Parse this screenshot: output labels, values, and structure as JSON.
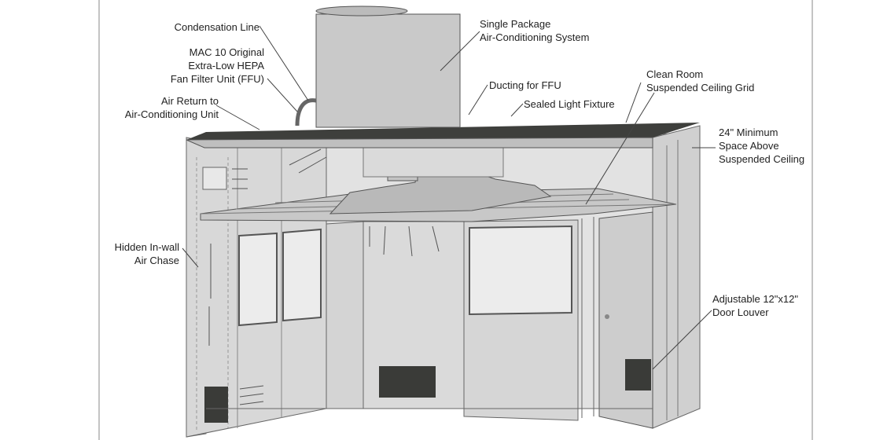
{
  "labels": {
    "condensation_line": [
      "Condensation Line"
    ],
    "ffu": [
      "MAC 10 Original",
      "Extra-Low HEPA",
      "Fan Filter Unit (FFU)"
    ],
    "air_return": [
      "Air Return to",
      "Air-Conditioning Unit"
    ],
    "hidden_chase": [
      "Hidden In-wall",
      "Air Chase"
    ],
    "ac_system": [
      "Single Package",
      "Air-Conditioning System"
    ],
    "ducting": [
      "Ducting for FFU"
    ],
    "light_fixture": [
      "Sealed Light Fixture"
    ],
    "ceiling_grid": [
      "Clean Room",
      "Suspended Ceiling Grid"
    ],
    "space_above": [
      "24\" Minimum",
      "Space Above",
      "Suspended Ceiling"
    ],
    "door_louver": [
      "Adjustable 12\"x12\"",
      "Door Louver"
    ]
  },
  "colors": {
    "wall": "#d6d6d6",
    "wall_dark": "#b9b9b9",
    "roof": "#3e3f3c",
    "unit": "#c9c9c9",
    "louver": "#3a3b38",
    "window": "#ececec",
    "line": "#555555"
  }
}
